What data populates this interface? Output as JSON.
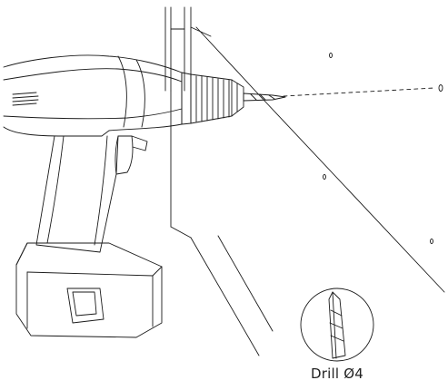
{
  "diagram": {
    "caption": "Drill Ø4",
    "hole_marks": [
      "0",
      "0",
      "0",
      "0"
    ],
    "detail_callout": {
      "shape": "circle",
      "content": "drill-bit-tip"
    },
    "colors": {
      "line": "#1a1a1a",
      "background": "#ffffff"
    }
  }
}
